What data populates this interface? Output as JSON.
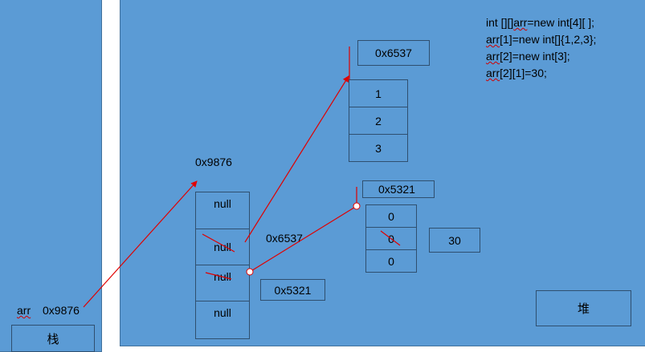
{
  "code": {
    "lines": [
      "int [][]arr=new int[4][ ];",
      "arr[1]=new int[]{1,2,3};",
      "arr[2]=new int[3];",
      "arr[2][1]=30;"
    ]
  },
  "stack": {
    "label": "栈",
    "var_name": "arr",
    "var_value": "0x9876"
  },
  "heap": {
    "label": "堆",
    "outer_array": {
      "address": "0x9876",
      "cells": [
        "null",
        "null",
        "null",
        "null"
      ]
    },
    "array_a": {
      "address": "0x6537",
      "cells": [
        "1",
        "2",
        "3"
      ]
    },
    "array_b": {
      "address": "0x5321",
      "cells": [
        "0",
        "0",
        "0"
      ]
    },
    "ref_label_1": "0x6537",
    "ref_label_2": "0x5321",
    "assigned_value": "30"
  },
  "colors": {
    "panel": "#5b9bd5",
    "arrow": "#e00000",
    "border": "#2f4f6f"
  }
}
